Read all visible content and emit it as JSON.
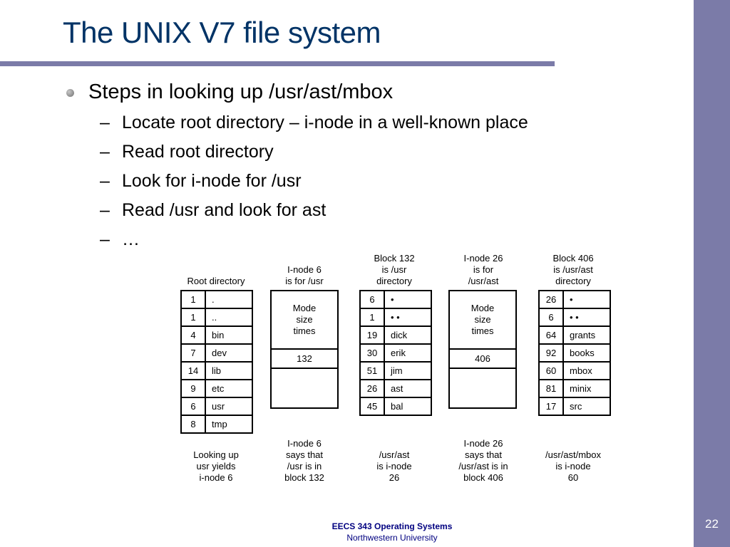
{
  "slide": {
    "title": "The UNIX V7 file system",
    "bullet": "Steps in looking up /usr/ast/mbox",
    "subbullets": [
      "Locate root directory – i-node in a well-known place",
      "Read root directory",
      "Look for i-node for /usr",
      "Read /usr and look for ast",
      "…"
    ],
    "dash": "–",
    "page_number": "22",
    "footer_line1": "EECS 343 Operating Systems",
    "footer_line2": "Northwestern University"
  },
  "figure": {
    "root": {
      "header": "Root directory",
      "rows": [
        [
          "1",
          "."
        ],
        [
          "1",
          ".."
        ],
        [
          "4",
          "bin"
        ],
        [
          "7",
          "dev"
        ],
        [
          "14",
          "lib"
        ],
        [
          "9",
          "etc"
        ],
        [
          "6",
          "usr"
        ],
        [
          "8",
          "tmp"
        ]
      ],
      "caption": [
        "Looking up",
        "usr yields",
        "i-node 6"
      ]
    },
    "inode6": {
      "header": [
        "I-node 6",
        "is for /usr"
      ],
      "lines": [
        "Mode",
        "size",
        "times"
      ],
      "block": "132",
      "caption": [
        "I-node 6",
        "says that",
        "/usr is in",
        "block 132"
      ]
    },
    "block132": {
      "header": [
        "Block 132",
        "is /usr",
        "directory"
      ],
      "rows": [
        [
          "6",
          "•"
        ],
        [
          "1",
          "• •"
        ],
        [
          "19",
          "dick"
        ],
        [
          "30",
          "erik"
        ],
        [
          "51",
          "jim"
        ],
        [
          "26",
          "ast"
        ],
        [
          "45",
          "bal"
        ]
      ],
      "caption": [
        "/usr/ast",
        "is i-node",
        "26"
      ]
    },
    "inode26": {
      "header": [
        "I-node 26",
        "is for",
        "/usr/ast"
      ],
      "lines": [
        "Mode",
        "size",
        "times"
      ],
      "block": "406",
      "caption": [
        "I-node 26",
        "says that",
        "/usr/ast is in",
        "block 406"
      ]
    },
    "block406": {
      "header": [
        "Block 406",
        "is /usr/ast",
        "directory"
      ],
      "rows": [
        [
          "26",
          "•"
        ],
        [
          "6",
          "• •"
        ],
        [
          "64",
          "grants"
        ],
        [
          "92",
          "books"
        ],
        [
          "60",
          "mbox"
        ],
        [
          "81",
          "minix"
        ],
        [
          "17",
          "src"
        ]
      ],
      "caption": [
        "/usr/ast/mbox",
        "is i-node",
        "60"
      ]
    }
  },
  "colors": {
    "accent_bar": "#7b7ba8",
    "title": "#003366",
    "footer": "#000080"
  }
}
